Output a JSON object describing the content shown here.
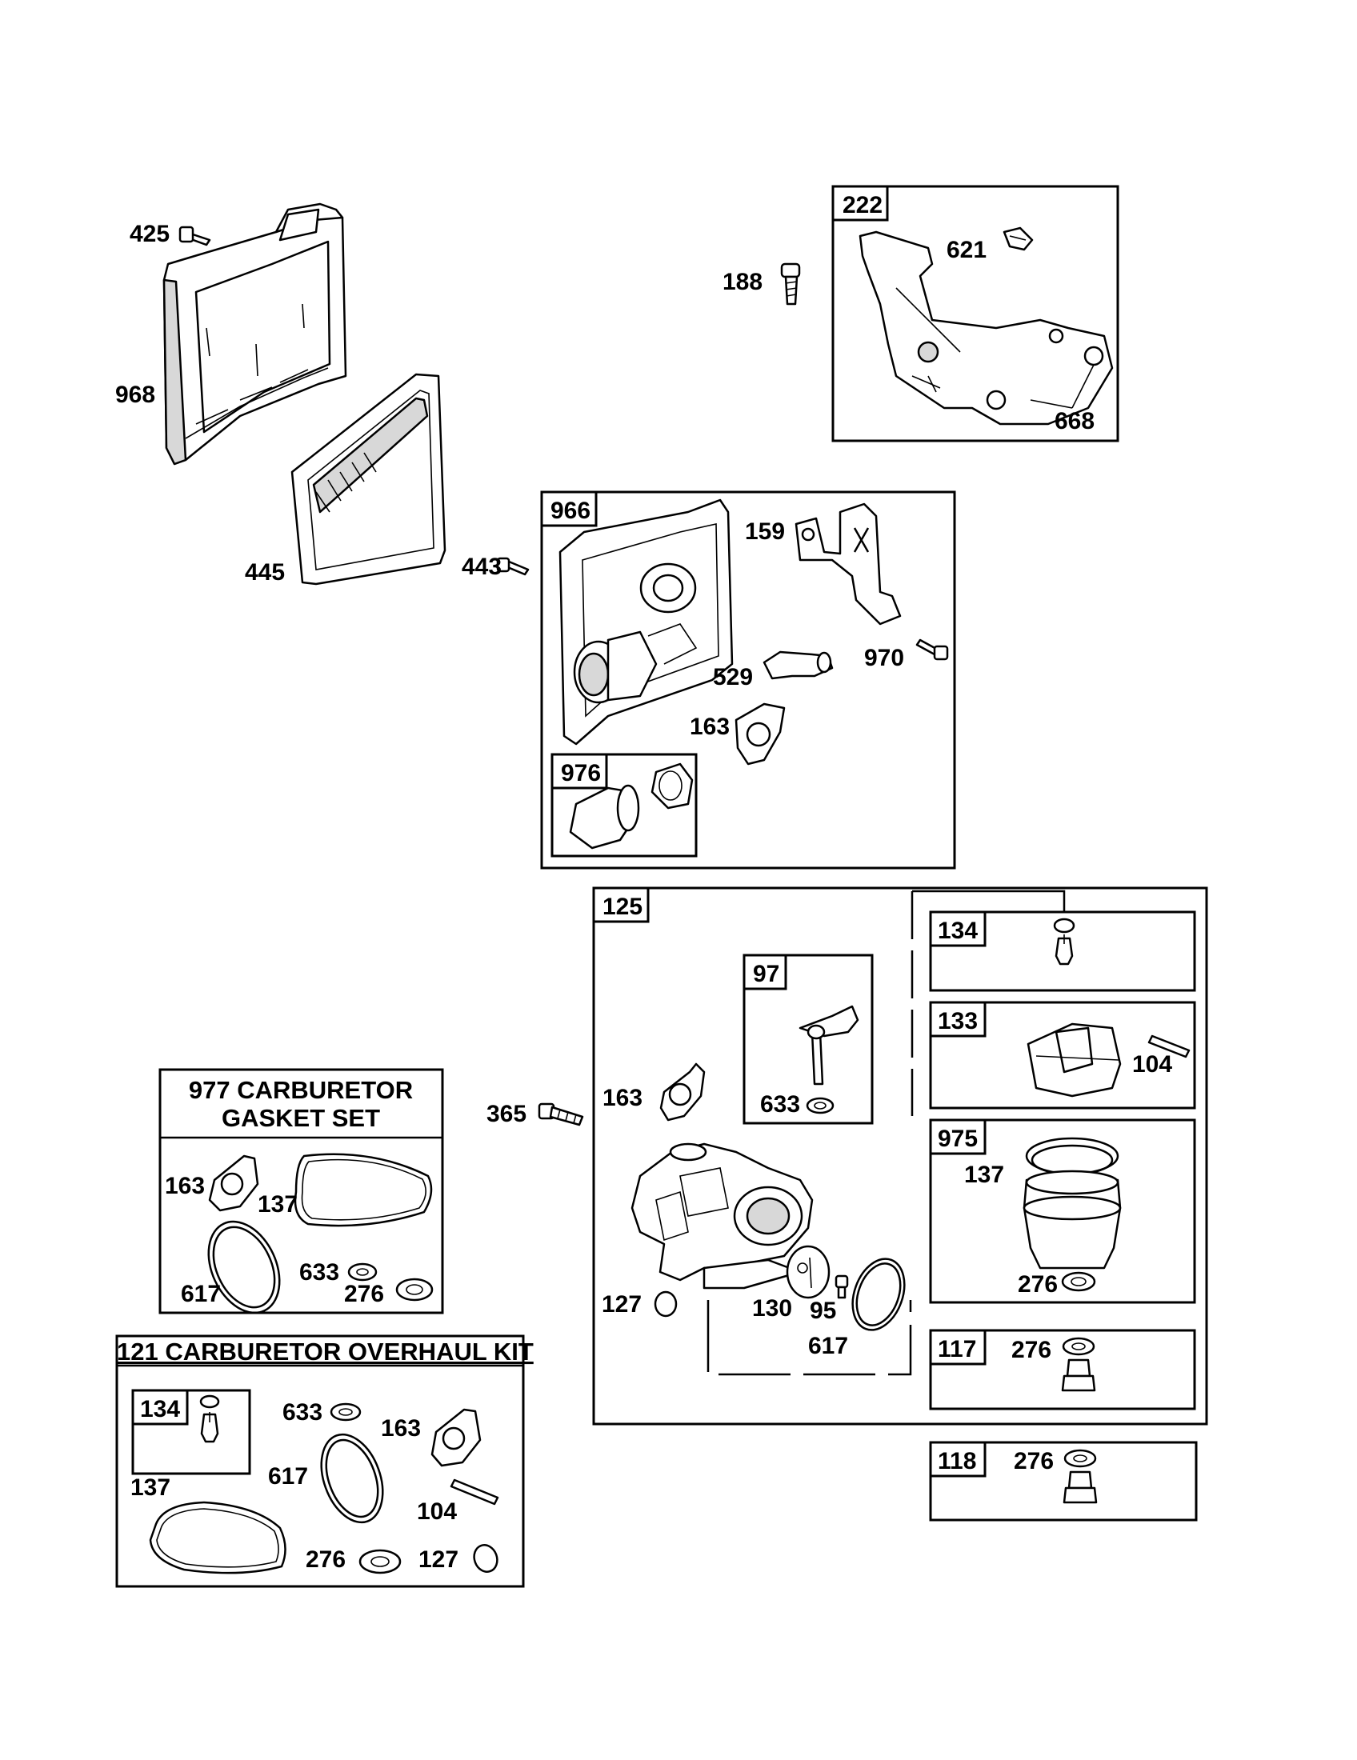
{
  "callouts": {
    "c425": "425",
    "c968": "968",
    "c445": "445",
    "c443": "443",
    "c188": "188",
    "c222": "222",
    "c621": "621",
    "c668": "668",
    "c966": "966",
    "c159": "159",
    "c970": "970",
    "c529": "529",
    "c163a": "163",
    "c976": "976",
    "c125": "125",
    "c97": "97",
    "c633a": "633",
    "c163b": "163",
    "c365": "365",
    "c127a": "127",
    "c130": "130",
    "c95": "95",
    "c617a": "617",
    "c134a": "134",
    "c133": "133",
    "c104a": "104",
    "c975": "975",
    "c137a": "137",
    "c276a": "276",
    "c117": "117",
    "c276b": "276",
    "c118": "118",
    "c276c": "276",
    "c163c": "163",
    "c137b": "137",
    "c617b": "617",
    "c633b": "633",
    "c276d": "276",
    "c134b": "134",
    "c633c": "633",
    "c163d": "163",
    "c617c": "617",
    "c137c": "137",
    "c104b": "104",
    "c276e": "276",
    "c127b": "127"
  },
  "kits": {
    "gasket_line1": "977 CARBURETOR",
    "gasket_line2": "GASKET SET",
    "overhaul": "121 CARBURETOR OVERHAUL KIT"
  }
}
